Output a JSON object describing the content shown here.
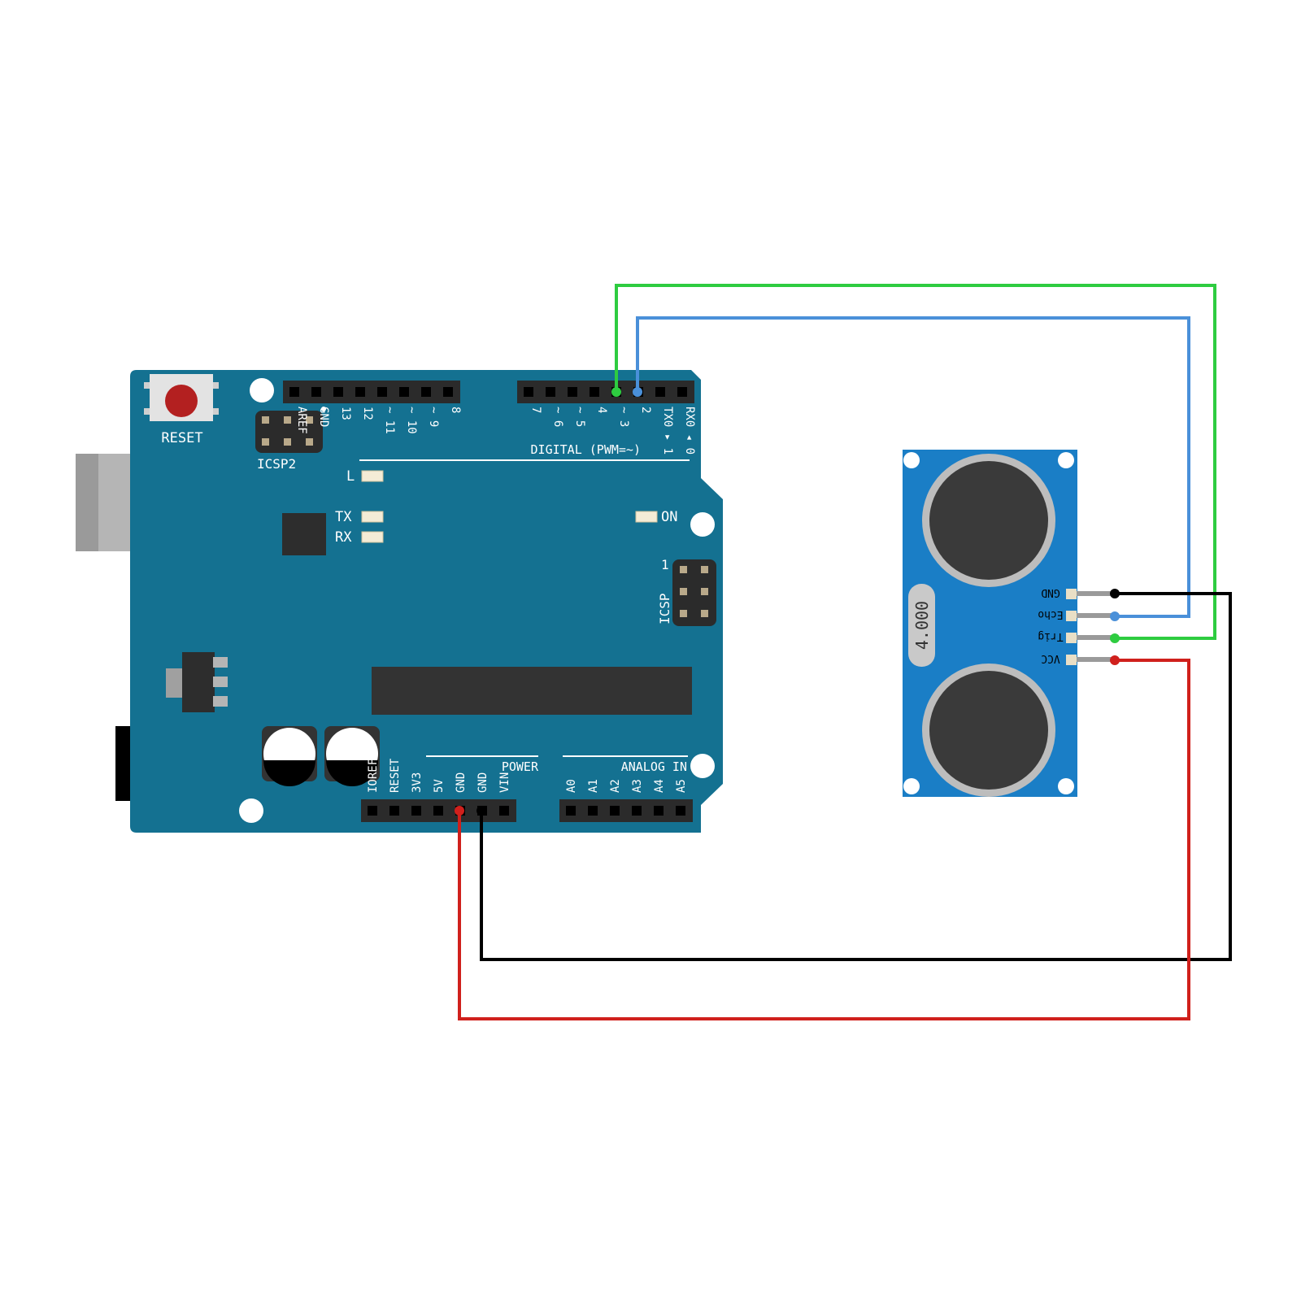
{
  "board": {
    "reset_label": "RESET",
    "icsp2_label": "ICSP2",
    "icsp_label": "ICSP",
    "icsp_pin1_label": "1",
    "digital_label": "DIGITAL (PWM=~)",
    "power_label": "POWER",
    "analog_label": "ANALOG IN",
    "led_l_label": "L",
    "led_tx_label": "TX",
    "led_rx_label": "RX",
    "led_on_label": "ON",
    "digital_pins_left": [
      "AREF",
      "GND",
      "13",
      "12",
      "~ 11",
      "~ 10",
      "~ 9",
      "8"
    ],
    "digital_pins_right": [
      "7",
      "~ 6",
      "~ 5",
      "4",
      "~ 3",
      "2",
      "TX0 ▸ 1",
      "RX0 ◂ 0"
    ],
    "power_pins": [
      "IOREF",
      "RESET",
      "3V3",
      "5V",
      "GND",
      "GND",
      "VIN"
    ],
    "analog_pins": [
      "A0",
      "A1",
      "A2",
      "A3",
      "A4",
      "A5"
    ]
  },
  "sensor": {
    "crystal_label": "4.000",
    "pins": [
      "GND",
      "Echo",
      "Trig",
      "VCC"
    ]
  },
  "colors": {
    "board": "#147191",
    "sensor": "#1a7ec6",
    "wire_trig": "#2ecc40",
    "wire_echo": "#4a90d9",
    "wire_gnd": "#000000",
    "wire_vcc": "#d0201c"
  }
}
